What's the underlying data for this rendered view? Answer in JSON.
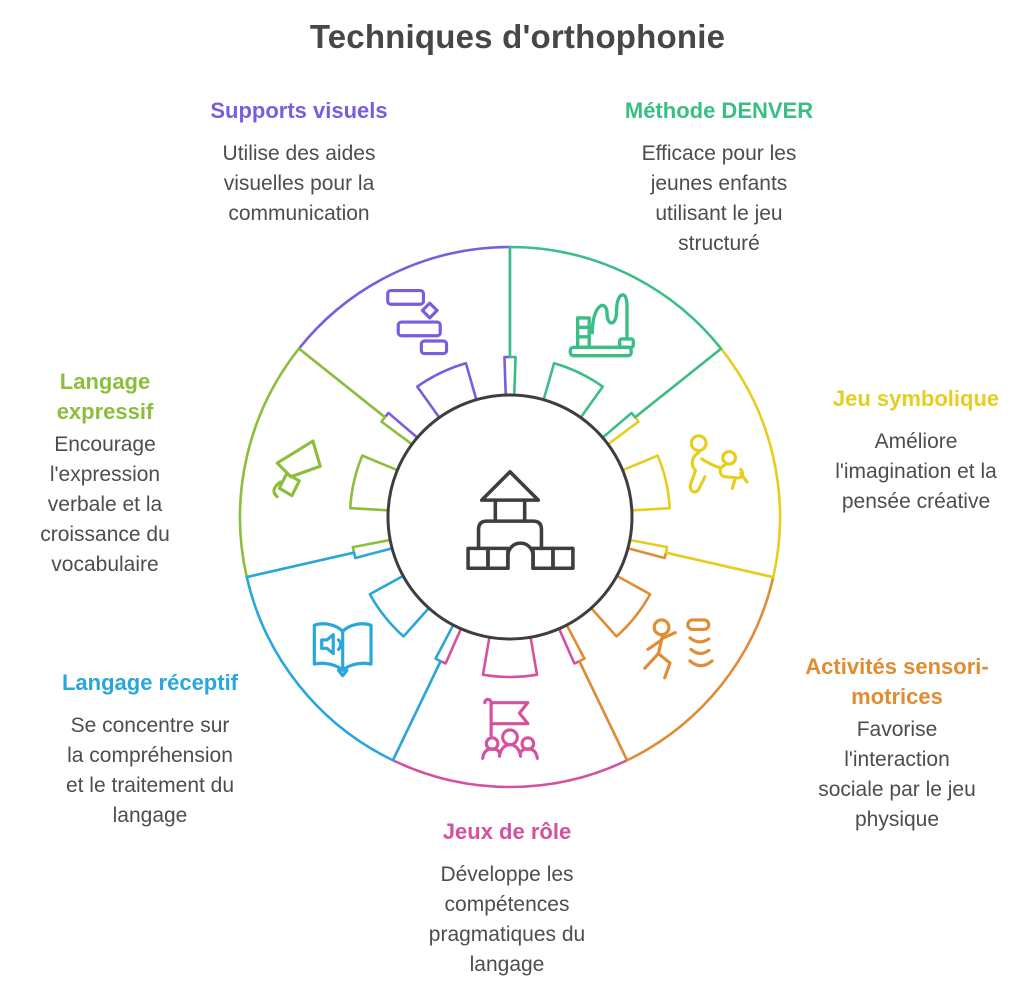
{
  "title": "Techniques d'orthophonie",
  "colors": {
    "title_text": "#474747",
    "body_text": "#4d4d4d",
    "hub_stroke": "#3e3e3e"
  },
  "center": {
    "icon": "building-blocks-icon"
  },
  "segments": [
    {
      "id": "methode-denver",
      "label": "Méthode DENVER",
      "description": "Efficace pour les\njeunes enfants\nutilisant le jeu\nstructuré",
      "color": "#3bbd86",
      "icon": "bead-maze"
    },
    {
      "id": "jeu-symbolique",
      "label": "Jeu symbolique",
      "description": "Améliore\nl'imagination et la\npensée créative",
      "color": "#e6cd1e",
      "icon": "symbolic-play"
    },
    {
      "id": "activites-sensori-motrices",
      "label": "Activités sensori-motrices",
      "description": "Favorise\nl'interaction\nsociale par le jeu\nphysique",
      "color": "#e08c32",
      "icon": "running-child"
    },
    {
      "id": "jeux-de-role",
      "label": "Jeux de rôle",
      "description": "Développe les\ncompétences\npragmatiques du\nlangage",
      "color": "#d650a0",
      "icon": "flag-group"
    },
    {
      "id": "langage-receptif",
      "label": "Langage réceptif",
      "description": "Se concentre sur\nla compréhension\net le traitement du\nlangage",
      "color": "#29a6db",
      "icon": "audio-book"
    },
    {
      "id": "langage-expressif",
      "label": "Langage expressif",
      "description": "Encourage\nl'expression\nverbale et la\ncroissance du\nvocabulaire",
      "color": "#8cbe3c",
      "icon": "megaphone"
    },
    {
      "id": "supports-visuels",
      "label": "Supports visuels",
      "description": "Utilise des aides\nvisuelles pour la\ncommunication",
      "color": "#7a5ce0",
      "icon": "visual-schedule"
    }
  ],
  "wheel": {
    "start_angle_deg": -90,
    "outer_radius": 270,
    "ring_inner_radius": 160,
    "tab_inner_radius": 117,
    "hub_radius": 122,
    "tab_width_deg": 14,
    "tab_gap_deg": 2,
    "icon_radius": 214,
    "draw_order": [
      "supports-visuels",
      "langage-expressif",
      "jeux-de-role",
      "activites-sensori-motrices",
      "jeu-symbolique",
      "langage-receptif",
      "methode-denver"
    ]
  }
}
